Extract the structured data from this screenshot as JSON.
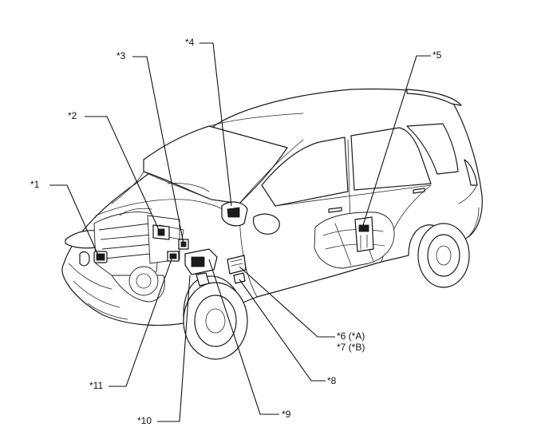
{
  "callouts": {
    "c1": "*1",
    "c2": "*2",
    "c3": "*3",
    "c4": "*4",
    "c5": "*5",
    "c6": "*6 (*A)",
    "c7": "*7 (*B)",
    "c8": "*8",
    "c9": "*9",
    "c10": "*10",
    "c11": "*11"
  },
  "colors": {
    "line": "#111111",
    "background": "#ffffff"
  }
}
